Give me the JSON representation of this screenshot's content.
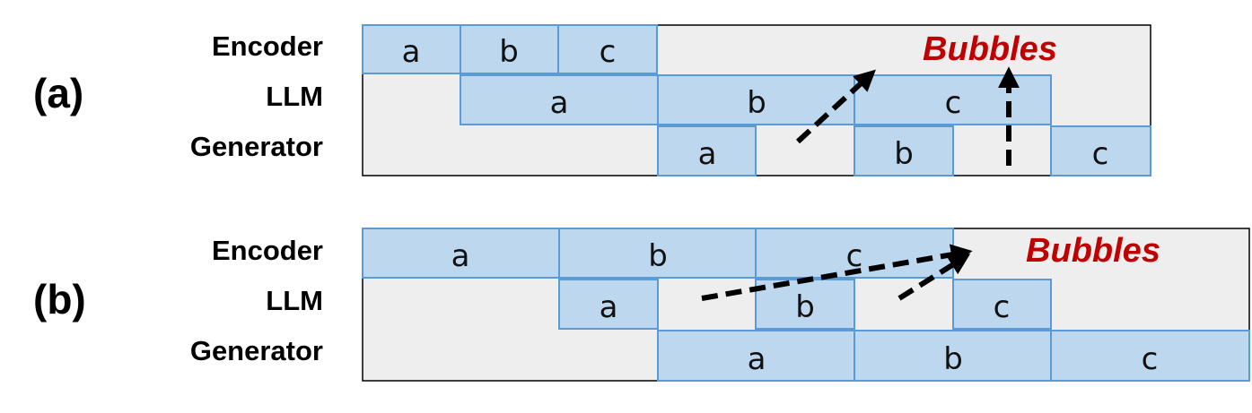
{
  "colors": {
    "panel_bg": "#eeeeee",
    "block_fill": "#bdd7ee",
    "block_stroke": "#5b9bd5",
    "bubbles_text": "#c00000",
    "arrow": "#000000"
  },
  "panels": [
    {
      "label": "(a)",
      "bubbles_label": "Bubbles",
      "rows": [
        {
          "label": "Encoder",
          "blocks": [
            "a",
            "b",
            "c"
          ]
        },
        {
          "label": "LLM",
          "blocks": [
            "a",
            "b",
            "c"
          ]
        },
        {
          "label": "Generator",
          "blocks": [
            "a",
            "b",
            "c"
          ]
        }
      ]
    },
    {
      "label": "(b)",
      "bubbles_label": "Bubbles",
      "rows": [
        {
          "label": "Encoder",
          "blocks": [
            "a",
            "b",
            "c"
          ]
        },
        {
          "label": "LLM",
          "blocks": [
            "a",
            "b",
            "c"
          ]
        },
        {
          "label": "Generator",
          "blocks": [
            "a",
            "b",
            "c"
          ]
        }
      ]
    }
  ]
}
